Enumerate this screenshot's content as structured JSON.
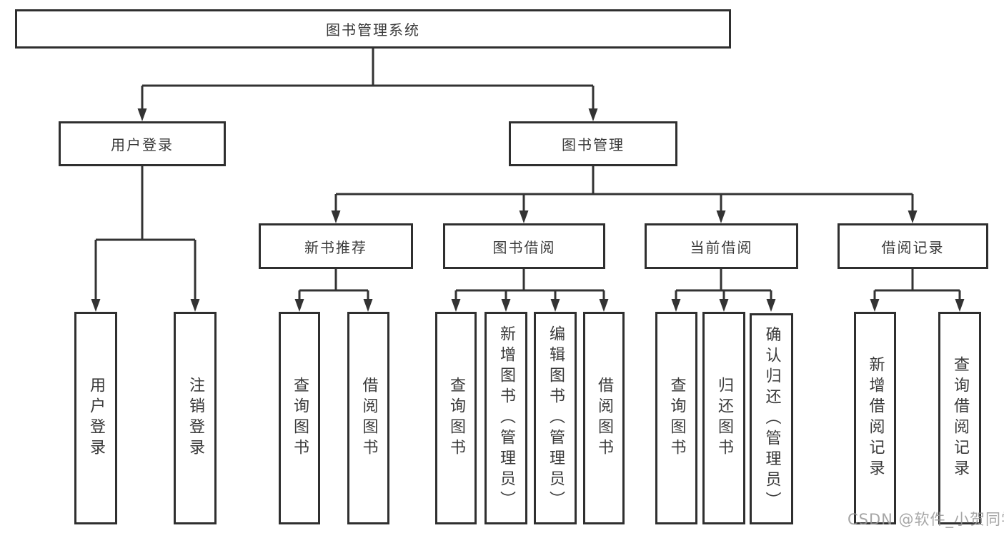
{
  "diagram_type": "hierarchy-flowchart",
  "colors": {
    "background": "#ffffff",
    "box_border": "#2f2f2f",
    "line": "#333333",
    "text": "#3a3a3a",
    "watermark": "#969696"
  },
  "watermark": "CSDN @软件_小贺同学",
  "tree": {
    "root": {
      "label": "图书管理系统",
      "children": [
        {
          "label": "用户登录",
          "children": [
            {
              "label": "用户登录"
            },
            {
              "label": "注销登录"
            }
          ]
        },
        {
          "label": "图书管理",
          "children": [
            {
              "label": "新书推荐",
              "children": [
                {
                  "label": "查询图书"
                },
                {
                  "label": "借阅图书"
                }
              ]
            },
            {
              "label": "图书借阅",
              "children": [
                {
                  "label": "查询图书"
                },
                {
                  "label": "新增图书（管理员）"
                },
                {
                  "label": "编辑图书（管理员）"
                },
                {
                  "label": "借阅图书"
                }
              ]
            },
            {
              "label": "当前借阅",
              "children": [
                {
                  "label": "查询图书"
                },
                {
                  "label": "归还图书"
                },
                {
                  "label": "确认归还（管理员）"
                }
              ]
            },
            {
              "label": "借阅记录",
              "children": [
                {
                  "label": "新增借阅记录"
                },
                {
                  "label": "查询借阅记录"
                }
              ]
            }
          ]
        }
      ]
    }
  }
}
